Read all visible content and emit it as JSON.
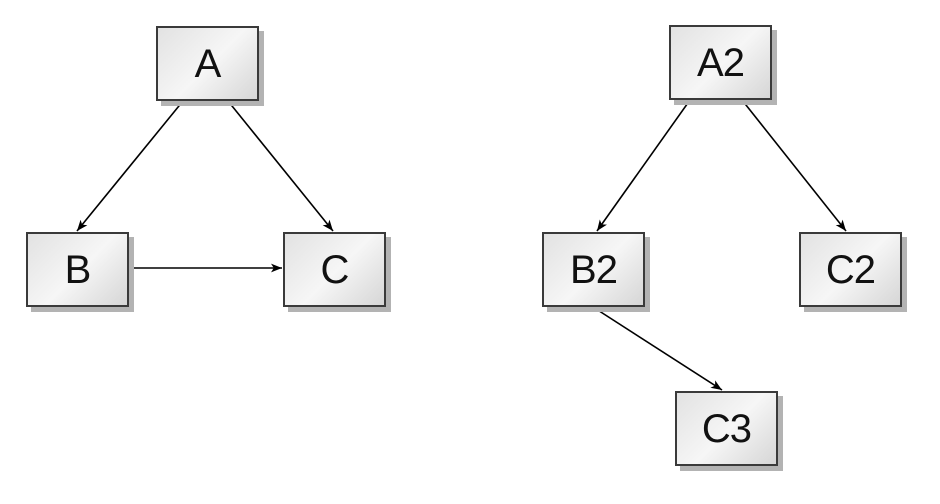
{
  "diagram": {
    "type": "directed-graph",
    "graphs": [
      {
        "name": "left-graph",
        "node_ids": [
          "A",
          "B",
          "C"
        ],
        "edge_list": [
          "A->B",
          "A->C",
          "B->C"
        ]
      },
      {
        "name": "right-graph",
        "node_ids": [
          "A2",
          "B2",
          "C2",
          "C3"
        ],
        "edge_list": [
          "A2->B2",
          "A2->C2",
          "B2->C3"
        ]
      }
    ],
    "nodes": [
      {
        "id": "A",
        "label": "A"
      },
      {
        "id": "B",
        "label": "B"
      },
      {
        "id": "C",
        "label": "C"
      },
      {
        "id": "A2",
        "label": "A2"
      },
      {
        "id": "B2",
        "label": "B2"
      },
      {
        "id": "C2",
        "label": "C2"
      },
      {
        "id": "C3",
        "label": "C3"
      }
    ],
    "edges": [
      {
        "from": "A",
        "to": "B"
      },
      {
        "from": "A",
        "to": "C"
      },
      {
        "from": "B",
        "to": "C"
      },
      {
        "from": "A2",
        "to": "B2"
      },
      {
        "from": "A2",
        "to": "C2"
      },
      {
        "from": "B2",
        "to": "C3"
      }
    ]
  },
  "colors": {
    "canvas-bg": "#ffffff",
    "node-border": "#3a3a3a",
    "node-fill-start": "#e2e2e2",
    "node-fill-mid": "#f6f6f6",
    "node-fill-end": "#d6d6d6",
    "node-shadow": "#b3b3b3",
    "edge-stroke": "#000000",
    "node-text": "#111111"
  }
}
